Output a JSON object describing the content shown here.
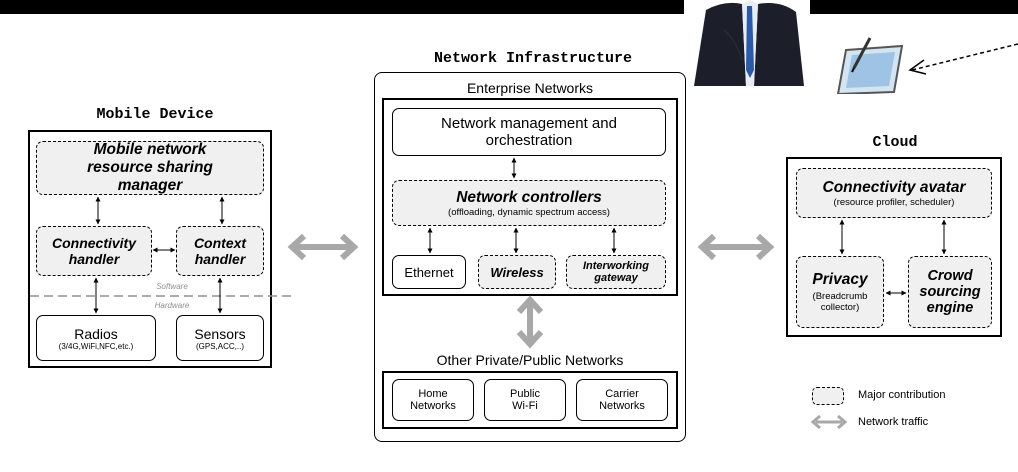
{
  "mobile": {
    "title": "Mobile Device",
    "resource_manager": "Mobile network resource sharing manager",
    "connectivity_handler": "Connectivity handler",
    "context_handler": "Context handler",
    "software_label": "Software",
    "hardware_label": "Hardware",
    "radios": {
      "title": "Radios",
      "detail": "(3/4G,WiFi,NFC,etc.)"
    },
    "sensors": {
      "title": "Sensors",
      "detail": "(GPS,ACC,..)"
    }
  },
  "infra": {
    "title": "Network Infrastructure",
    "enterprise_title": "Enterprise Networks",
    "management": "Network management and orchestration",
    "controllers": {
      "title": "Network controllers",
      "detail": "(offloading, dynamic spectrum access)"
    },
    "ethernet": "Ethernet",
    "wireless": "Wireless",
    "interworking": "Interworking gateway",
    "other_title": "Other Private/Public Networks",
    "home": "Home Networks",
    "public_wifi": "Public Wi-Fi",
    "carrier": "Carrier Networks"
  },
  "cloud": {
    "title": "Cloud",
    "avatar": {
      "title": "Connectivity avatar",
      "detail": "(resource profiler, scheduler)"
    },
    "privacy": {
      "title": "Privacy",
      "detail": "(Breadcrumb collector)"
    },
    "crowd": "Crowd sourcing engine"
  },
  "legend": {
    "major": "Major contribution",
    "traffic": "Network traffic"
  },
  "icons": {
    "person": "person-photo-icon",
    "tablet": "tablet-icon",
    "traffic_arrow": "double-arrow-icon"
  },
  "colors": {
    "contribution_fill": "#f0f0f0",
    "traffic_arrow": "#a8a8a8"
  }
}
